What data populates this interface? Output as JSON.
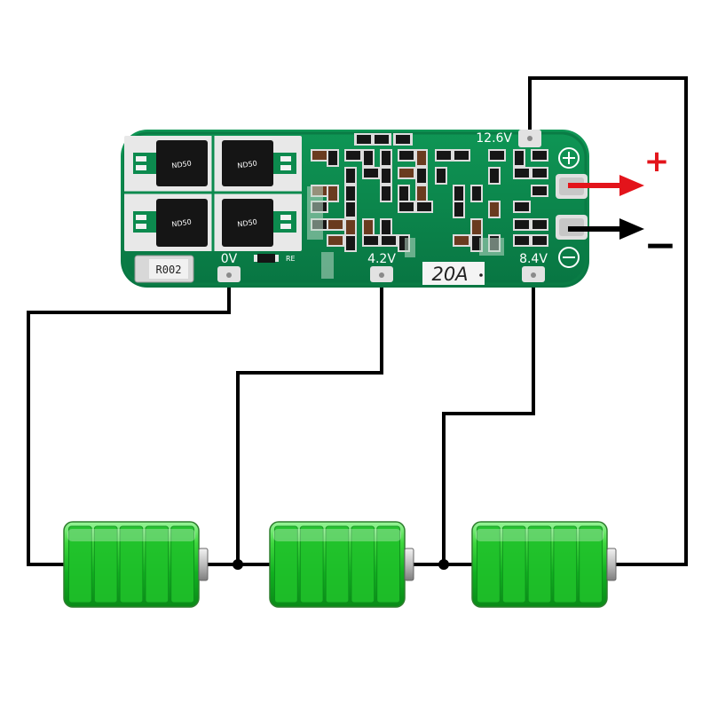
{
  "board": {
    "pads": {
      "top": "12.6V",
      "zero": "0V",
      "mid1": "4.2V",
      "mid2": "8.4V"
    },
    "rating": "20A",
    "shunt_label": "R002",
    "re_label": "RE",
    "colors": {
      "pcb": "#0c8a4e",
      "pcb_dark": "#066a3a",
      "pad": "#c9c9c9"
    }
  },
  "output": {
    "plus_label": "+",
    "minus_label": "−",
    "plus_color": "#e3141b",
    "minus_color": "#000000"
  },
  "batteries": {
    "count": 3,
    "cells_per_battery": 5,
    "fill_color": "#1fc12a"
  }
}
